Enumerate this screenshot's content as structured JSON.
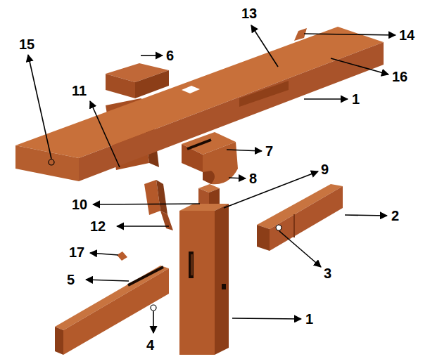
{
  "diagram": {
    "labels": [
      "13",
      "14",
      "15",
      "6",
      "16",
      "1",
      "11",
      "7",
      "8",
      "9",
      "10",
      "2",
      "12",
      "17",
      "3",
      "5",
      "4",
      "1"
    ]
  }
}
